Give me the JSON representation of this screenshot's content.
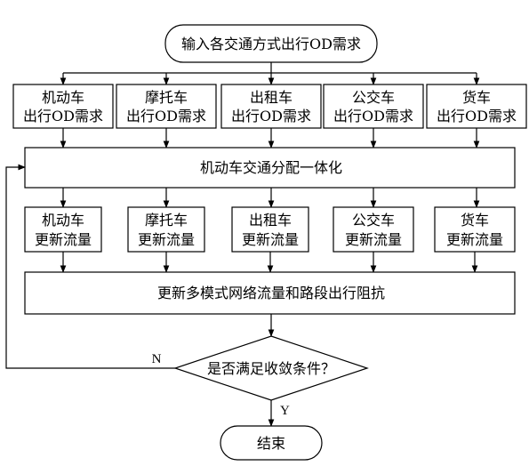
{
  "start": "输入各交通方式出行OD需求",
  "od_boxes": [
    {
      "line1": "机动车",
      "line2": "出行OD需求"
    },
    {
      "line1": "摩托车",
      "line2": "出行OD需求"
    },
    {
      "line1": "出租车",
      "line2": "出行OD需求"
    },
    {
      "line1": "公交车",
      "line2": "出行OD需求"
    },
    {
      "line1": "货车",
      "line2": "出行OD需求"
    }
  ],
  "assignment": "机动车交通分配一体化",
  "update_boxes": [
    {
      "line1": "机动车",
      "line2": "更新流量"
    },
    {
      "line1": "摩托车",
      "line2": "更新流量"
    },
    {
      "line1": "出租车",
      "line2": "更新流量"
    },
    {
      "line1": "公交车",
      "line2": "更新流量"
    },
    {
      "line1": "货车",
      "line2": "更新流量"
    }
  ],
  "network_update": "更新多模式网络流量和路段出行阻抗",
  "decision": "是否满足收敛条件？",
  "no_label": "N",
  "yes_label": "Y",
  "end": "结束"
}
